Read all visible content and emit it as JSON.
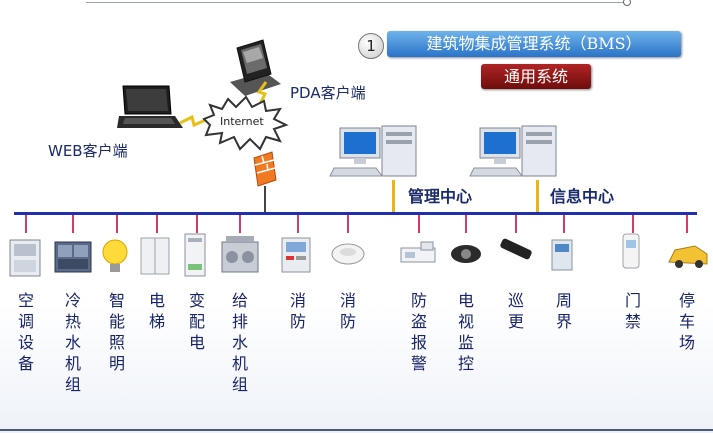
{
  "header": {
    "number": "1",
    "title": "建筑物集成管理系统（BMS）",
    "subtitle": "通用系统"
  },
  "network": {
    "cloud_label": "Internet",
    "pda_label": "PDA客户端",
    "web_label": "WEB客户端"
  },
  "centers": {
    "management": "管理中心",
    "information": "信息中心"
  },
  "devices": [
    {
      "label": "空调设备",
      "icon": "air-conditioner-icon"
    },
    {
      "label": "冷热水机组",
      "icon": "chiller-icon"
    },
    {
      "label": "智能照明",
      "icon": "light-bulb-icon"
    },
    {
      "label": "电梯",
      "icon": "elevator-icon"
    },
    {
      "label": "变配电",
      "icon": "power-cabinet-icon"
    },
    {
      "label": "给排水机组",
      "icon": "water-pump-icon"
    },
    {
      "label": "消防",
      "icon": "fire-panel-icon"
    },
    {
      "label": "消防",
      "icon": "smoke-detector-icon"
    },
    {
      "label": "防盗报警",
      "icon": "alarm-sensor-icon"
    },
    {
      "label": "电视监控",
      "icon": "cctv-camera-icon"
    },
    {
      "label": "巡更",
      "icon": "patrol-reader-icon"
    },
    {
      "label": "周界",
      "icon": "perimeter-sensor-icon"
    },
    {
      "label": "门禁",
      "icon": "access-control-icon"
    },
    {
      "label": "停车场",
      "icon": "car-icon"
    }
  ],
  "colors": {
    "bus": "#1f2fb0",
    "drop_line": "#d23a68",
    "center_line": "#e8b421",
    "title_bg": "#2a73c8",
    "subtitle_bg": "#8b1414",
    "label_text": "#18246a"
  }
}
